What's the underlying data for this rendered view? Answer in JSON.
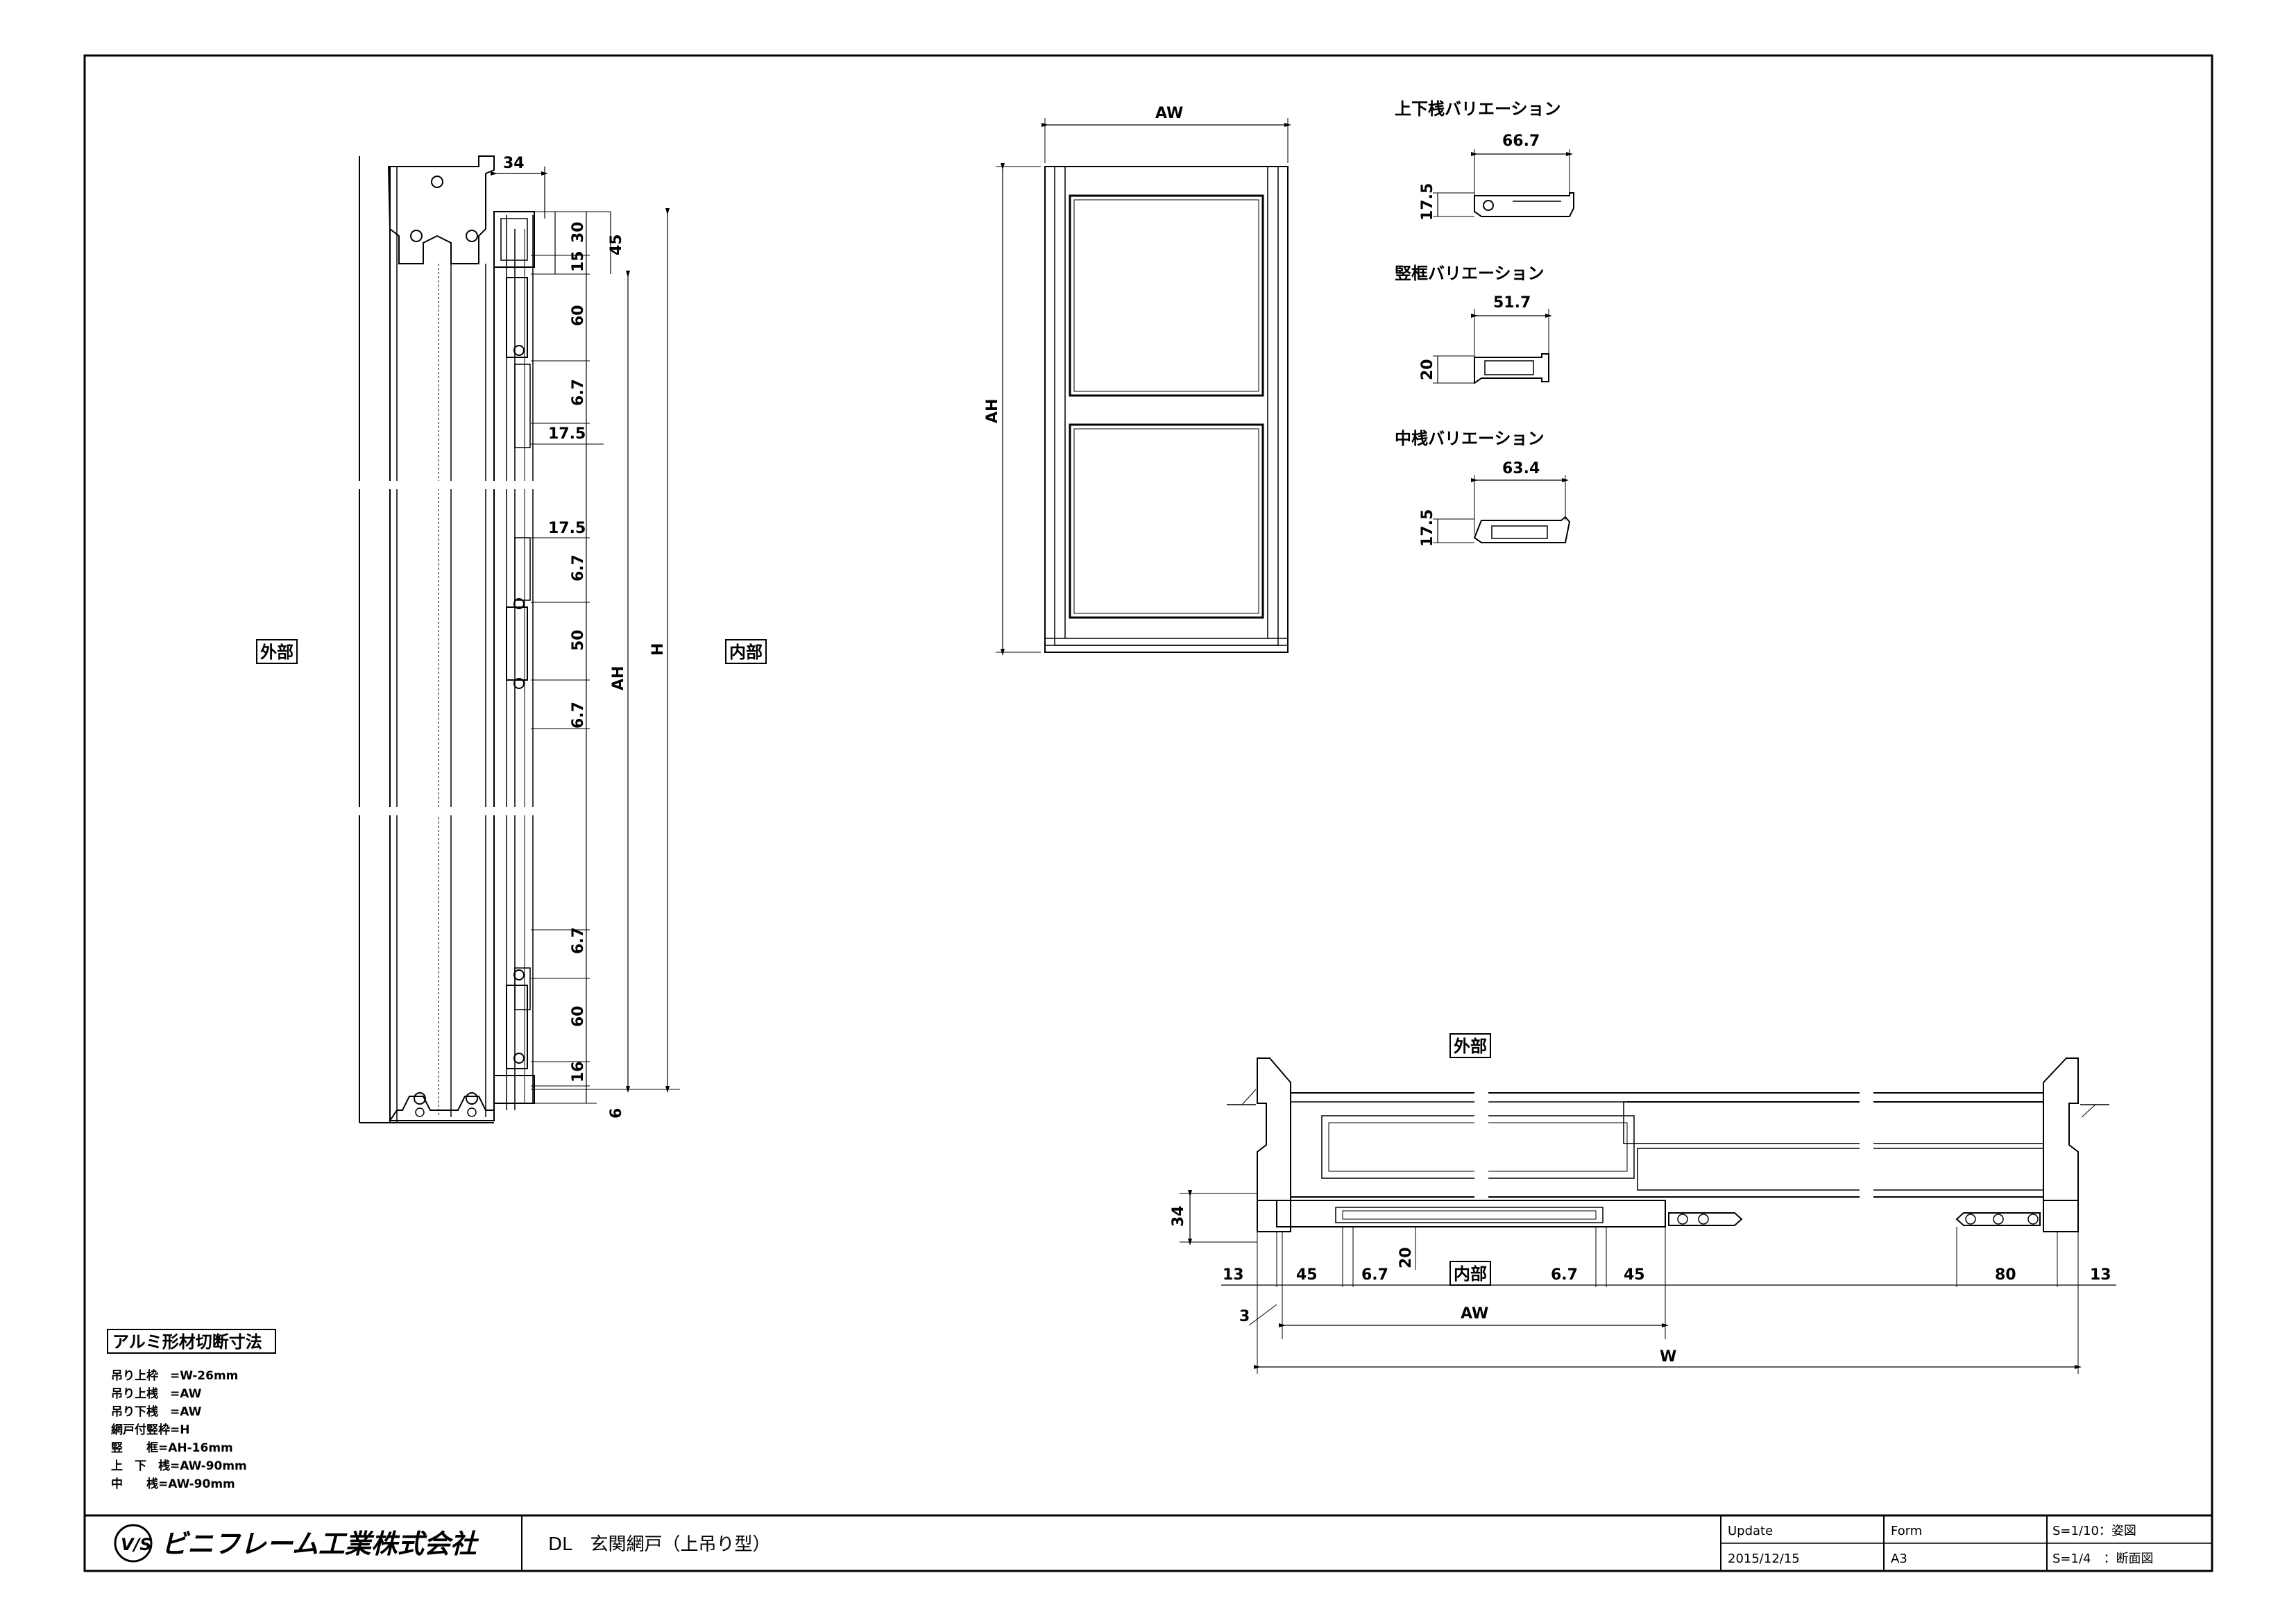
{
  "side_section": {
    "outside_label": "外部",
    "inside_label": "内部",
    "dims": {
      "top_width": "34",
      "d30": "30",
      "d45": "45",
      "d15": "15",
      "d60_top": "60",
      "d67_a": "6.7",
      "d175_a": "17.5",
      "d175_b": "17.5",
      "d67_b": "6.7",
      "d50": "50",
      "d67_c": "6.7",
      "d67_d": "6.7",
      "d60_bottom": "60",
      "d16": "16",
      "d6": "6",
      "ah": "AH",
      "h": "H"
    }
  },
  "elevation": {
    "aw": "AW",
    "ah": "AH"
  },
  "profiles": [
    {
      "title": "上下桟バリエーション",
      "width": "66.7",
      "height": "17.5"
    },
    {
      "title": "竪框バリエーション",
      "width": "51.7",
      "height": "20"
    },
    {
      "title": "中桟バリエーション",
      "width": "63.4",
      "height": "17.5"
    }
  ],
  "plan_section": {
    "outside_label": "外部",
    "inside_label": "内部",
    "dims": {
      "d34": "34",
      "d20": "20",
      "d13_left": "13",
      "d45_left": "45",
      "d67_left": "6.7",
      "d67_right": "6.7",
      "d45_right": "45",
      "d80": "80",
      "d13_right": "13",
      "d3": "3",
      "aw": "AW",
      "w": "W"
    }
  },
  "cut_notes": {
    "title": "アルミ形材切断寸法",
    "lines": [
      "吊り上枠　=W-26mm",
      "吊り上桟　=AW",
      "吊り下桟　=AW",
      "網戸付竪枠=H",
      "竪　　框=AH-16mm",
      "上　下　桟=AW-90mm",
      "中　　桟=AW-90mm"
    ]
  },
  "title_block": {
    "company": "ビニフレーム工業株式会社",
    "logo_text": "V/S",
    "drawing_title": "DL　玄関網戸（上吊り型）",
    "update_label": "Update",
    "update_value": "2015/12/15",
    "form_label": "Form",
    "form_value": "A3",
    "scale_1": "S=1/10：姿図",
    "scale_2": "S=1/4　：断面図"
  }
}
